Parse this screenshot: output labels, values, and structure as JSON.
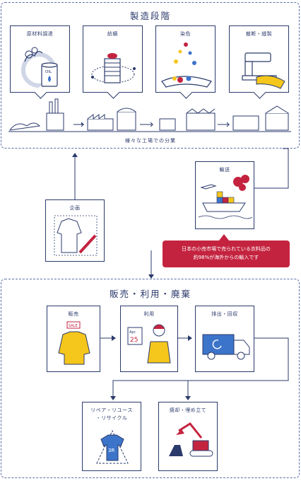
{
  "production": {
    "title": "製造段階",
    "steps": [
      {
        "label": "原材料調達"
      },
      {
        "label": "紡績"
      },
      {
        "label": "染色"
      },
      {
        "label": "裁断・縫製"
      }
    ],
    "caption": "様々な工場での分業"
  },
  "planning": {
    "label": "企画"
  },
  "transport": {
    "label": "輸送"
  },
  "callout": {
    "line1": "日本の小売市場で売られている衣料品の",
    "line2": "約98%が海外からの輸入です"
  },
  "sales": {
    "title": "販売・利用・廃棄",
    "steps": [
      {
        "label": "販売"
      },
      {
        "label": "利用"
      },
      {
        "label": "排出・回収"
      }
    ],
    "end": [
      {
        "label": "リペア・リユース"
      },
      {
        "label": "・リサイクル"
      },
      {
        "label": "焼却・埋め立て"
      }
    ]
  },
  "icons": {
    "sale_tag": "SALE",
    "oil_drum": "OIL",
    "calendar_month": "Apr.",
    "calendar_day": "25",
    "shirt_badge": "3R"
  },
  "colors": {
    "navy": "#2b3a6b",
    "accent_red": "#c4233f",
    "yellow": "#f5c61b",
    "blue": "#3c74c9"
  }
}
